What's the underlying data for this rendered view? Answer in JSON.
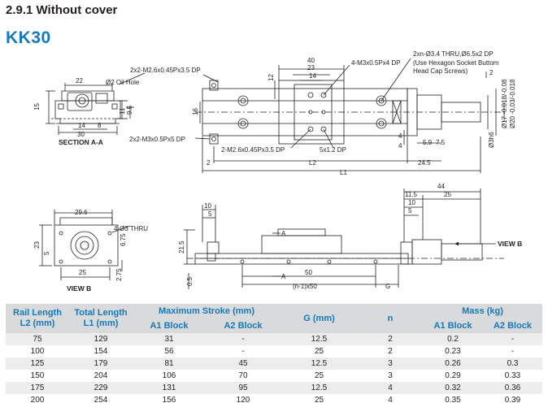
{
  "section_title": "2.9.1 Without cover",
  "model": "KK30",
  "drawing": {
    "section_a_title": "SECTION A-A",
    "view_b_title": "VIEW B",
    "view_b_pointer": "VIEW B",
    "callouts": {
      "tap1": "2x2-M2.6x0.45Px3.5 DP",
      "tap2": "2x2-M3x0.5Px5 DP",
      "tap3": "4-M3x0.5Px4 DP",
      "tap4": "2-M2.6x0.45Px3.5 DP",
      "tap5": "5x1.2 DP",
      "thru1": "2xn-Ø3.4 THRU,Ø6.5x2 DP",
      "thru1_note1": "(Use Hexagon Socket Buttom",
      "thru1_note2": "Head Cap Screws)",
      "oil_hole": "Ø2 Oil Hole",
      "thru2": "4-Ø3 THRU"
    },
    "dims": {
      "d22": "22",
      "d15": "15",
      "d9_5": "9.5",
      "d11": "11",
      "d14": "14",
      "d8": "8",
      "d30": "30",
      "d40": "40",
      "d23": "23",
      "d14b": "14",
      "d12": "12",
      "d16": "16",
      "d2": "2",
      "d2b": "2",
      "dL2": "L2",
      "dL1": "L1",
      "d24_5": "24.5",
      "d4": "4",
      "d4b": "4",
      "d5_9": "5.9",
      "d7_5": "7.5",
      "d17": "Ø17 -0.018/-0.08",
      "d20": "Ø20 -0.03/-0.018",
      "d3h6": "Ø3h6",
      "d29_6": "29.6",
      "d6_75": "6.75",
      "d23b": "23",
      "d5": "5",
      "d25": "25",
      "d2_75": "2.75",
      "d10": "10",
      "d5b": "5",
      "d21_5": "21.5",
      "d0_5": "0.5",
      "d50": "50",
      "dn1x50": "(n-1)x50",
      "dG": "G",
      "d44": "44",
      "d11_5": "11.5",
      "d25b": "25",
      "d10b": "10",
      "d5c": "5",
      "sec_a": "A",
      "sec_a2": "A"
    }
  },
  "table": {
    "headers": {
      "rail_length": "Rail Length L2 (mm)",
      "rail_length_1": "Rail Length",
      "rail_length_2": "L2 (mm)",
      "total_length_1": "Total Length",
      "total_length_2": "L1 (mm)",
      "max_stroke": "Maximum  Stroke (mm)",
      "a1_block": "A1 Block",
      "a2_block": "A2 Block",
      "g": "G (mm)",
      "n": "n",
      "mass": "Mass (kg)",
      "mass_a1": "A1 Block",
      "mass_a2": "A2 Block"
    },
    "rows": [
      {
        "l2": "75",
        "l1": "129",
        "s_a1": "31",
        "s_a2": "-",
        "g": "12.5",
        "n": "2",
        "m_a1": "0.2",
        "m_a2": "-"
      },
      {
        "l2": "100",
        "l1": "154",
        "s_a1": "56",
        "s_a2": "-",
        "g": "25",
        "n": "2",
        "m_a1": "0.23",
        "m_a2": "-"
      },
      {
        "l2": "125",
        "l1": "179",
        "s_a1": "81",
        "s_a2": "45",
        "g": "12.5",
        "n": "3",
        "m_a1": "0.26",
        "m_a2": "0.3"
      },
      {
        "l2": "150",
        "l1": "204",
        "s_a1": "106",
        "s_a2": "70",
        "g": "25",
        "n": "3",
        "m_a1": "0.29",
        "m_a2": "0.33"
      },
      {
        "l2": "175",
        "l1": "229",
        "s_a1": "131",
        "s_a2": "95",
        "g": "12.5",
        "n": "4",
        "m_a1": "0.32",
        "m_a2": "0.36"
      },
      {
        "l2": "200",
        "l1": "254",
        "s_a1": "156",
        "s_a2": "120",
        "g": "25",
        "n": "4",
        "m_a1": "0.35",
        "m_a2": "0.39"
      }
    ]
  }
}
